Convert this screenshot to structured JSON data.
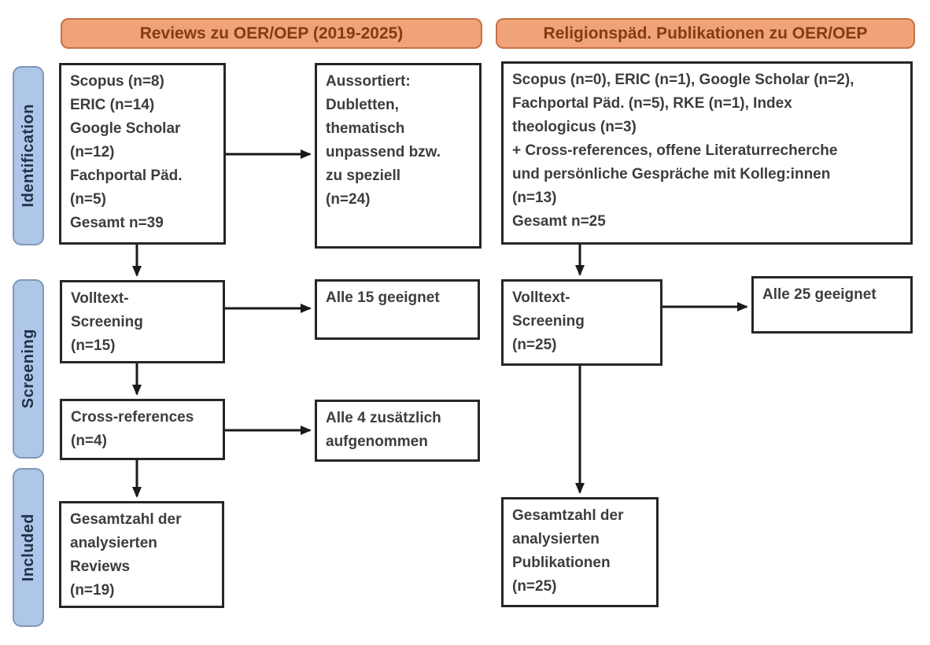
{
  "colors": {
    "header_bg": "#f0a379",
    "header_border": "#c96f42",
    "header_text": "#843c12",
    "label_bg": "#aec7e9",
    "label_border": "#7f97b6",
    "label_text": "#1f3147",
    "box_border": "#262626",
    "box_text": "#3d3d3d",
    "arrow": "#1a1a1a"
  },
  "headers": {
    "left": "Reviews zu OER/OEP (2019-2025)",
    "right": "Religionspäd. Publikationen zu OER/OEP"
  },
  "stage_labels": {
    "identification": "Identification",
    "screening": "Screening",
    "included": "Included"
  },
  "nodes": {
    "left_identification_sources": "Scopus (n=8)\nERIC (n=14)\nGoogle Scholar\n(n=12)\nFachportal Päd.\n(n=5)\nGesamt n=39",
    "left_excluded": "Aussortiert:\nDubletten,\nthematisch\nunpassend bzw.\nzu speziell\n(n=24)",
    "left_fulltext_screening": "Volltext-\nScreening\n(n=15)",
    "left_fulltext_result": "Alle 15 geeignet",
    "left_crossreferences": "Cross-references\n(n=4)",
    "left_crossref_result": "Alle 4 zusätzlich\naufgenommen",
    "left_included_total": "Gesamtzahl der\nanalysierten\nReviews\n(n=19)",
    "right_identification_sources": "Scopus (n=0), ERIC (n=1), Google Scholar (n=2),\nFachportal Päd. (n=5), RKE (n=1), Index\ntheologicus (n=3)\n+ Cross-references, offene Literaturrecherche\nund persönliche Gespräche mit Kolleg:innen\n(n=13)\nGesamt n=25",
    "right_fulltext_screening": "Volltext-\nScreening\n(n=25)",
    "right_fulltext_result": "Alle 25 geeignet",
    "right_included_total": "Gesamtzahl der\nanalysierten\nPublikationen\n(n=25)"
  }
}
